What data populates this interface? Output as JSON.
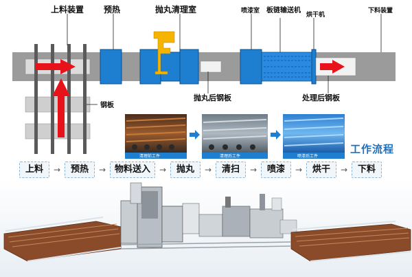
{
  "labels": {
    "loading": "上料装置",
    "preheat": "预热",
    "shot_room": "抛丸清理室",
    "paint_room": "喷漆室",
    "chain_conveyor": "板链输送机",
    "dryer": "烘干机",
    "unloading": "下料装置",
    "steel_plate": "钢板",
    "after_shot": "抛丸后钢板",
    "after_treat": "处理后钢板"
  },
  "photos": [
    {
      "caption": "清理前工件"
    },
    {
      "caption": "清理后工件"
    },
    {
      "caption": "喷漆后工件"
    }
  ],
  "workflow_title": "工作流程",
  "workflow": [
    "上料",
    "预热",
    "物料送入",
    "抛丸",
    "清扫",
    "喷漆",
    "烘干",
    "下料"
  ],
  "colors": {
    "blue": "#1e7fd0",
    "yellow": "#f4b400",
    "red": "#e8131a",
    "gray": "#9b9b9b",
    "accent": "#1f6fbf"
  }
}
